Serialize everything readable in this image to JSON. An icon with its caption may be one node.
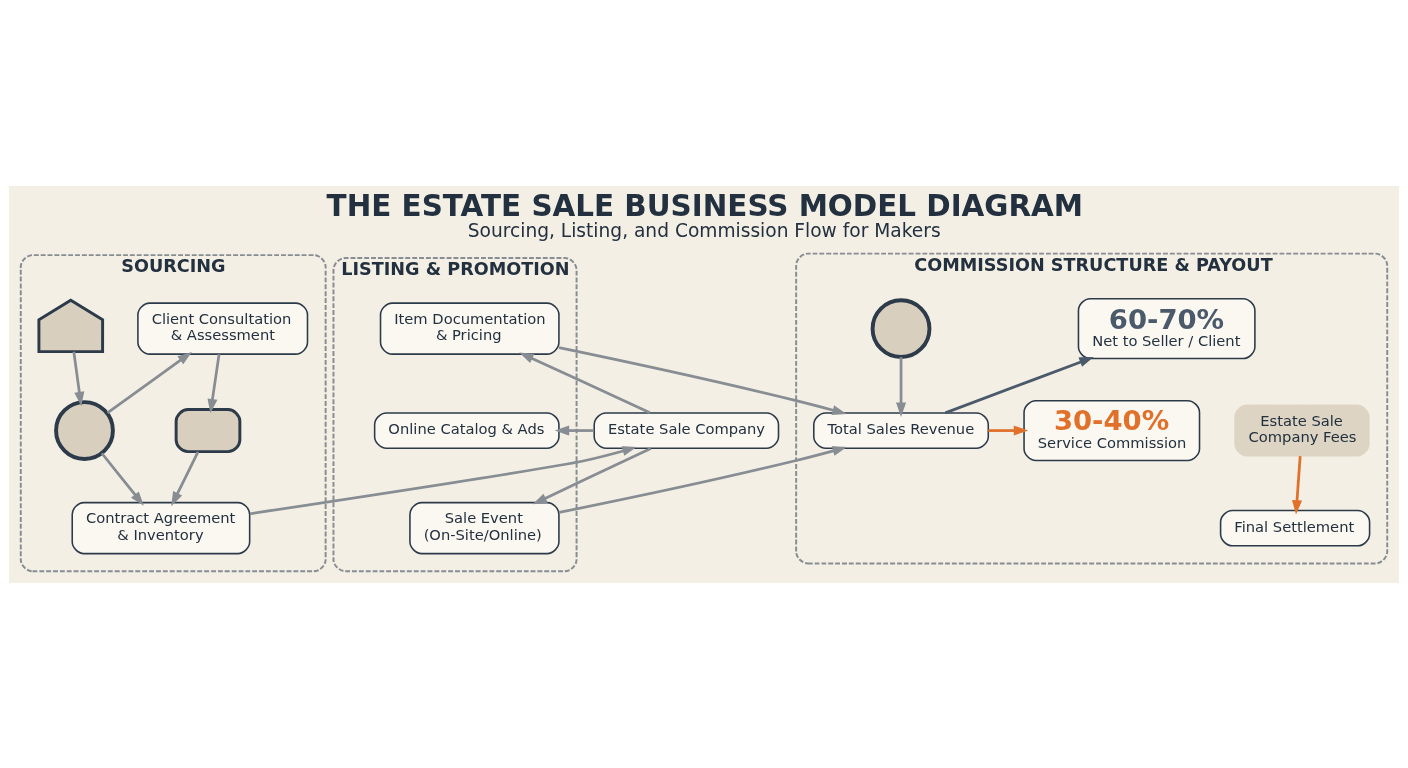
{
  "diagram": {
    "title": "THE ESTATE SALE BUSINESS MODEL DIAGRAM",
    "caption": "Sourcing, Listing, and Commission Flow for Makers",
    "nodes": [
      {
        "text": [
          "SOURCING"
        ]
      },
      {
        "text": [],
        "shape": "house",
        "in": 0
      },
      {
        "text": [],
        "shape": "circle",
        "in": 0
      },
      {
        "text": [
          "Client Consultation & Assessment"
        ],
        "in": 0
      },
      {
        "text": [],
        "shape": "box",
        "in": 0
      },
      {
        "text": [
          "Contract Agreement & Inventory"
        ],
        "in": 0
      },
      {
        "text": [
          "Estate Sale Company"
        ]
      },
      {
        "text": [
          "LISTING & PROMOTION"
        ]
      },
      {
        "text": [
          "Item Documentation & Pricing"
        ],
        "in": 7
      },
      {
        "text": [
          "Online Catalog & Ads"
        ],
        "in": 7
      },
      {
        "text": [
          "Sale Event (On-Site/Online)"
        ],
        "in": 7
      },
      {
        "text": [
          "COMMISSION STRUCTURE & PAYOUT"
        ]
      },
      {
        "text": [],
        "shape": "circle",
        "in": 11
      },
      {
        "text": [
          "Total Sales Revenue"
        ],
        "in": 11
      },
      {
        "text": [
          "60-70%",
          "Net to Seller / Client"
        ],
        "in": 11
      },
      {
        "text": [
          "30-40%",
          "Service Commission"
        ],
        "in": 11
      },
      {
        "text": [
          "Estate Sale Company Fees"
        ],
        "in": 11
      },
      {
        "text": [
          "Final Settlement"
        ],
        "in": 11
      }
    ],
    "edges": [
      {
        "from": 1,
        "to": 2,
        "arrow": "to"
      },
      {
        "from": 2,
        "to": 3,
        "arrow": "to"
      },
      {
        "from": 2,
        "to": 5,
        "arrow": "to"
      },
      {
        "from": 3,
        "to": 4,
        "arrow": "to"
      },
      {
        "from": 4,
        "to": 5,
        "arrow": "to"
      },
      {
        "from": 5,
        "to": 6,
        "arrow": "to"
      },
      {
        "from": 6,
        "to": 8,
        "arrow": "to"
      },
      {
        "from": 6,
        "to": 9,
        "arrow": "to"
      },
      {
        "from": 6,
        "to": 10,
        "arrow": "to"
      },
      {
        "from": 8,
        "to": 13,
        "arrow": "to"
      },
      {
        "from": 10,
        "to": 13,
        "arrow": "to"
      },
      {
        "from": 12,
        "to": 13,
        "arrow": "to"
      },
      {
        "from": 13,
        "to": 14,
        "arrow": "to",
        "color": "#4b5a6b"
      },
      {
        "from": 13,
        "to": 15,
        "arrow": "to",
        "color": "#e0702a"
      },
      {
        "from": 16,
        "to": 17,
        "arrow": "to",
        "color": "#e0702a"
      }
    ]
  }
}
